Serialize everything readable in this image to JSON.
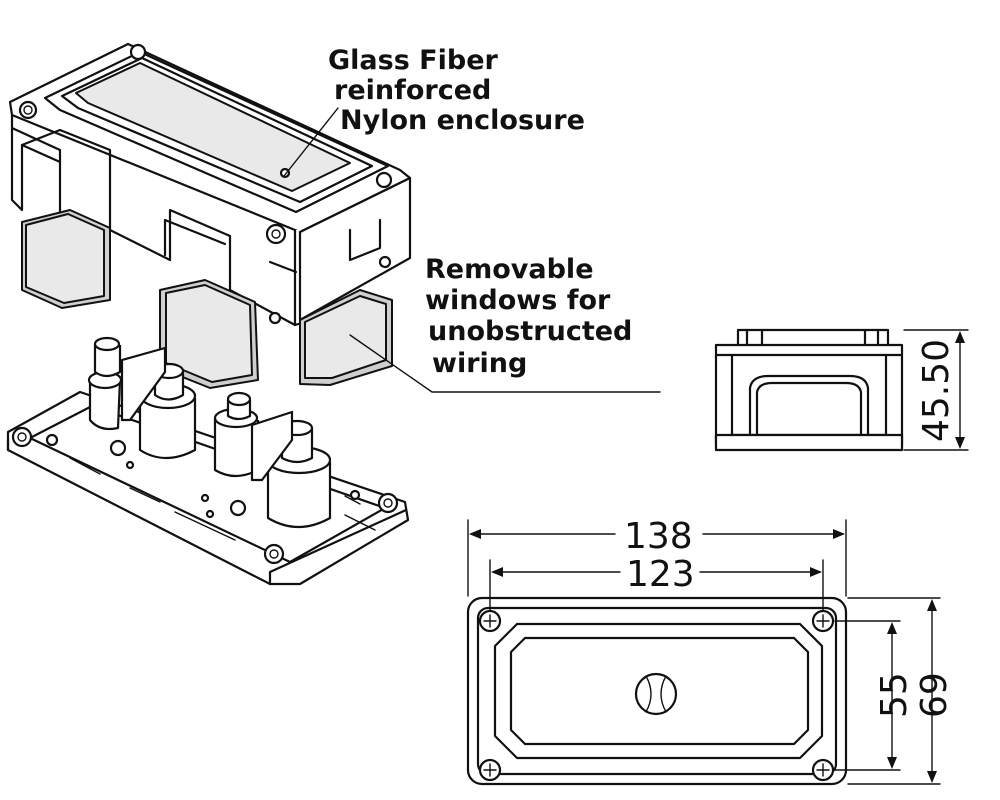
{
  "callouts": {
    "enclosure": [
      "Glass Fiber",
      "reinforced",
      "Nylon enclosure"
    ],
    "windows": [
      "Removable",
      "windows for",
      "unobstructed",
      "wiring"
    ]
  },
  "dimensions": {
    "height": "45.50",
    "outer_width": "138",
    "hole_width": "123",
    "hole_height": "55",
    "outer_height": "69"
  }
}
